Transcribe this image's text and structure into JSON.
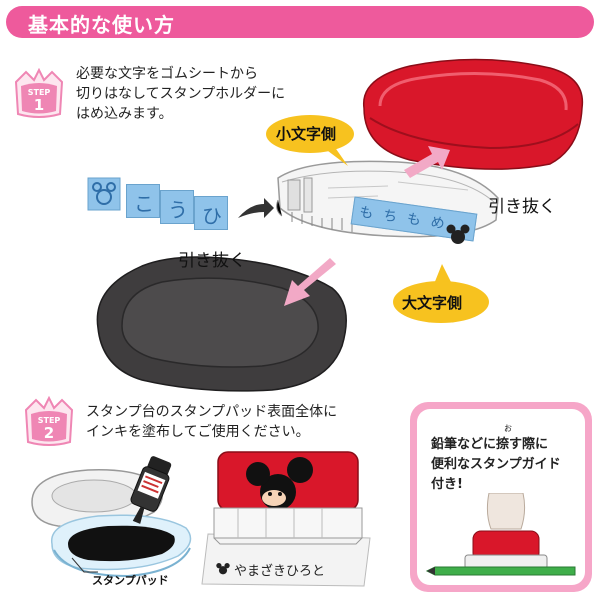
{
  "header": {
    "title": "基本的な使い方"
  },
  "step1": {
    "badge_word": "STEP",
    "badge_number": "1",
    "lines": [
      "必要な文字をゴムシートから",
      "切りはなしてスタンプホルダーに",
      "はめ込みます。"
    ]
  },
  "labels": {
    "small_side": "小文字側",
    "large_side": "大文字側",
    "pull_out_right": "引き抜く",
    "pull_out_left": "引き抜く"
  },
  "stamp_chars": {
    "loose": [
      "こ",
      "う",
      "ひ"
    ],
    "inserted": [
      "も",
      "ち",
      "も",
      "め"
    ]
  },
  "step2": {
    "badge_word": "STEP",
    "badge_number": "2",
    "lines": [
      "スタンプ台のスタンプパッド表面全体に",
      "インキを塗布してご使用ください。"
    ],
    "pad_label": "スタンプパッド",
    "name_sample": "やまざきひろと"
  },
  "guide": {
    "lines": [
      "鉛筆などに捺す際に",
      "便利なスタンプガイド",
      "付き!"
    ],
    "ruby": "お"
  },
  "colors": {
    "header": "#ee5a9c",
    "red_cap": "#d9172a",
    "dark_cap": "#3f3d3e",
    "stamp_blue": "#8fc3ea",
    "bubble": "#f7c21f",
    "arrow_pink": "#f2a9c6",
    "badge_pink": "#ef86b4",
    "guide_border": "#f6a6c8"
  },
  "icons": [
    "arrow-right-icon",
    "arrow-up-right-icon",
    "arrow-down-left-icon",
    "mickey-icon",
    "pencil-icon",
    "stamp-pad-icon",
    "ink-bottle-icon"
  ]
}
